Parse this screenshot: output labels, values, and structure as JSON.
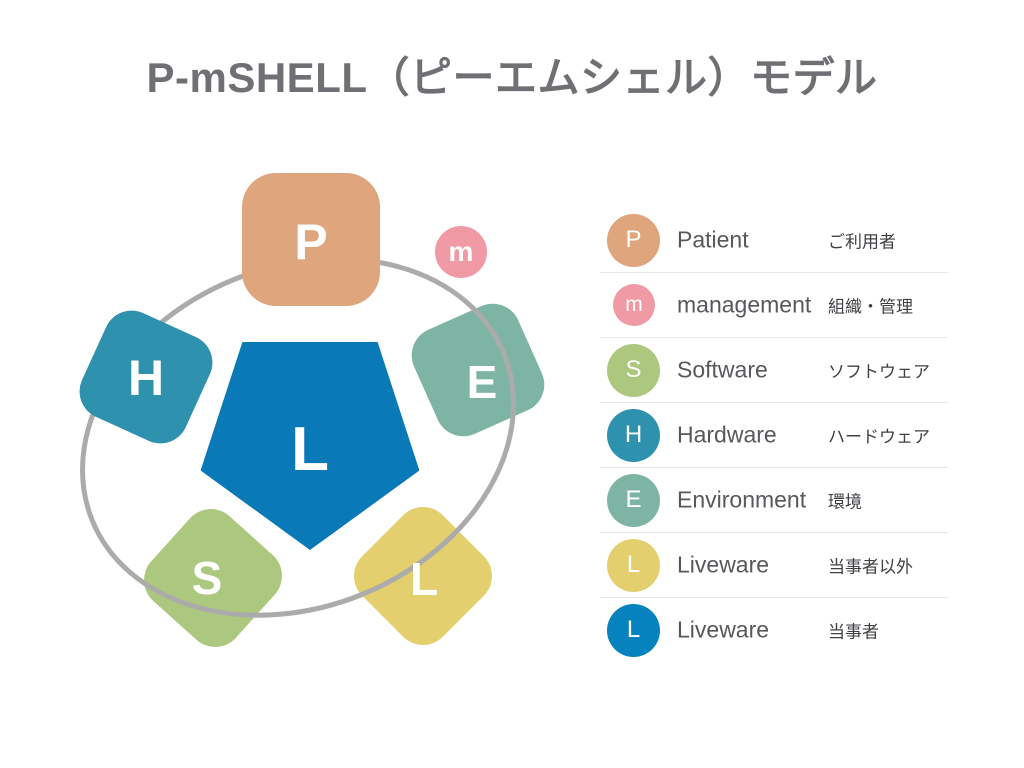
{
  "title": "P-mSHELL（ピーエムシェル）モデル",
  "diagram": {
    "ring": {
      "color": "#ababab"
    },
    "nodes": {
      "patient": {
        "label": "P",
        "color": "#dfa57d"
      },
      "management": {
        "label": "m",
        "color": "#ef9aa5"
      },
      "hardware": {
        "label": "H",
        "color": "#2e92af"
      },
      "environment": {
        "label": "E",
        "color": "#7eb4a4"
      },
      "software": {
        "label": "S",
        "color": "#acc87f"
      },
      "liveware_outer": {
        "label": "L",
        "color": "#e4cf6e"
      },
      "liveware_center": {
        "label": "L",
        "color": "#0a79b8"
      }
    }
  },
  "legend": {
    "rows": [
      {
        "symbol": "P",
        "color": "#dfa57d",
        "en": "Patient",
        "jp": "ご利用者",
        "size": "large"
      },
      {
        "symbol": "m",
        "color": "#ef9aa5",
        "en": "management",
        "jp": "組織・管理",
        "size": "small"
      },
      {
        "symbol": "S",
        "color": "#acc87f",
        "en": "Software",
        "jp": "ソフトウェア",
        "size": "large"
      },
      {
        "symbol": "H",
        "color": "#2e92af",
        "en": "Hardware",
        "jp": "ハードウェア",
        "size": "large"
      },
      {
        "symbol": "E",
        "color": "#7eb4a4",
        "en": "Environment",
        "jp": "環境",
        "size": "large"
      },
      {
        "symbol": "L",
        "color": "#e4cf6e",
        "en": "Liveware",
        "jp": "当事者以外",
        "size": "large"
      },
      {
        "symbol": "L",
        "color": "#0682be",
        "en": "Liveware",
        "jp": "当事者",
        "size": "large"
      }
    ]
  }
}
